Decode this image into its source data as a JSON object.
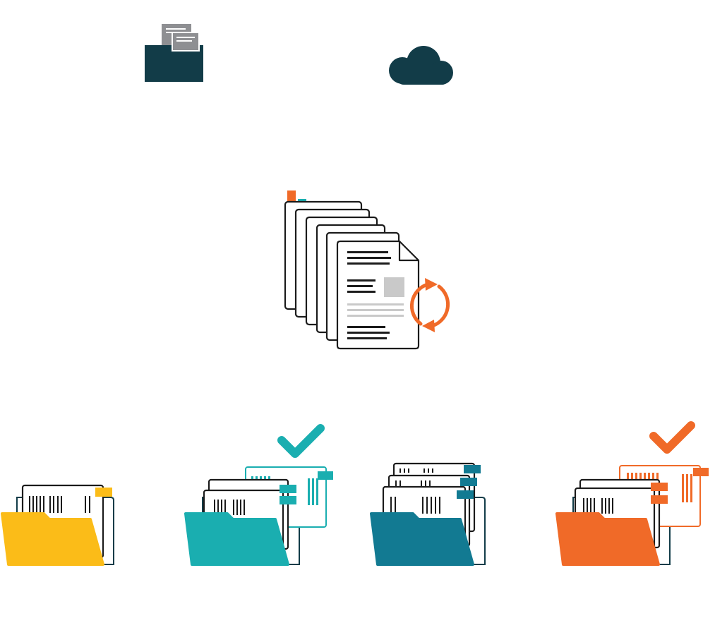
{
  "colors": {
    "dark_teal": "#123c48",
    "gray": "#8e8f92",
    "light_gray": "#c9c9c9",
    "orange": "#f06a28",
    "teal": "#1aaeb0",
    "blue_teal": "#127a92",
    "yellow": "#fbbc18",
    "ink": "#1b1b1b",
    "white": "#ffffff"
  },
  "icons": {
    "top": [
      "file-tray-icon",
      "cloud-icon"
    ],
    "center": "document-stack-sync-icon",
    "folders": [
      {
        "name": "folder-yellow",
        "color": "yellow",
        "checked": false
      },
      {
        "name": "folder-teal",
        "color": "teal",
        "checked": true
      },
      {
        "name": "folder-blue-teal",
        "color": "blue_teal",
        "checked": false
      },
      {
        "name": "folder-orange",
        "color": "orange",
        "checked": true
      }
    ]
  }
}
